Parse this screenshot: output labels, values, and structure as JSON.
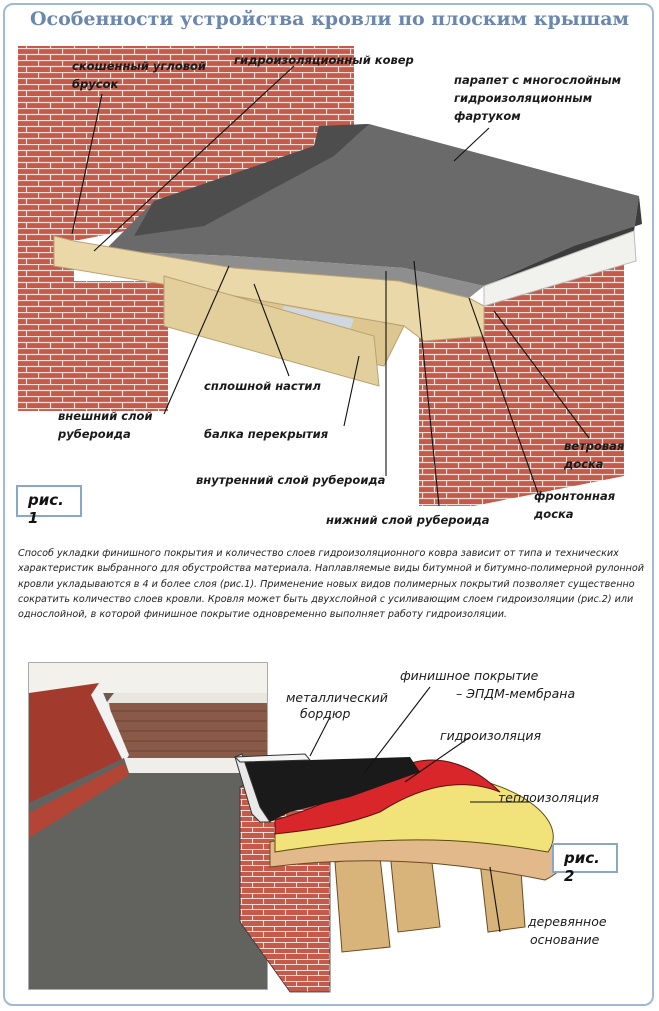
{
  "title": "Особенности устройства кровли по плоским крышам",
  "figure1": {
    "badge": "рис. 1",
    "labels": {
      "corner_bar_1": "скошенный угловой",
      "corner_bar_2": "брусок",
      "waterproof_carpet": "гидроизоляционный ковер",
      "parapet_1": "парапет с многослойным",
      "parapet_2": "гидроизоляционным",
      "parapet_3": "фартуком",
      "solid_deck": "сплошной настил",
      "outer_layer_1": "внешний слой",
      "outer_layer_2": "рубероида",
      "floor_beam": "балка перекрытия",
      "inner_layer": "внутренний слой рубероида",
      "bottom_layer": "нижний слой рубероида",
      "wind_board_1": "ветровая",
      "wind_board_2": "доска",
      "fascia_board_1": "фронтонная",
      "fascia_board_2": "доска"
    }
  },
  "paragraph": "Способ укладки финишного покрытия и количество слоев гидроизоляционного ковра зависит от типа и технических характеристик выбранного для обустройства материала. Наплавляемые виды битумной и битумно-полимерной рулонной кровли укладываются в 4 и более слоя (рис.1). Применение новых видов полимерных покрытий позволяет существенно сократить количество слоев кровли. Кровля может быть двухслойной с усиливающим слоем гидроизоляции (рис.2) или однослойной, в которой финишное покрытие одновременно выполняет работу гидроизоляции.",
  "figure2": {
    "badge": "рис. 2",
    "labels": {
      "metal_border_1": "металлический",
      "metal_border_2": "бордюр",
      "finish_1": "финишное покрытие",
      "finish_2": "– ЭПДМ-мембрана",
      "waterproofing": "гидроизоляция",
      "insulation": "теплоизоляция",
      "wood_base_1": "деревянное",
      "wood_base_2": "основание"
    }
  },
  "colors": {
    "title": "#6b87ad",
    "frame": "#9fb9d6",
    "brick": "#c65a4a",
    "membrane": "#5a5a5a",
    "wood": "#e8d6a8",
    "waterproofing": "#d8262a",
    "insulation": "#f2e27a"
  }
}
